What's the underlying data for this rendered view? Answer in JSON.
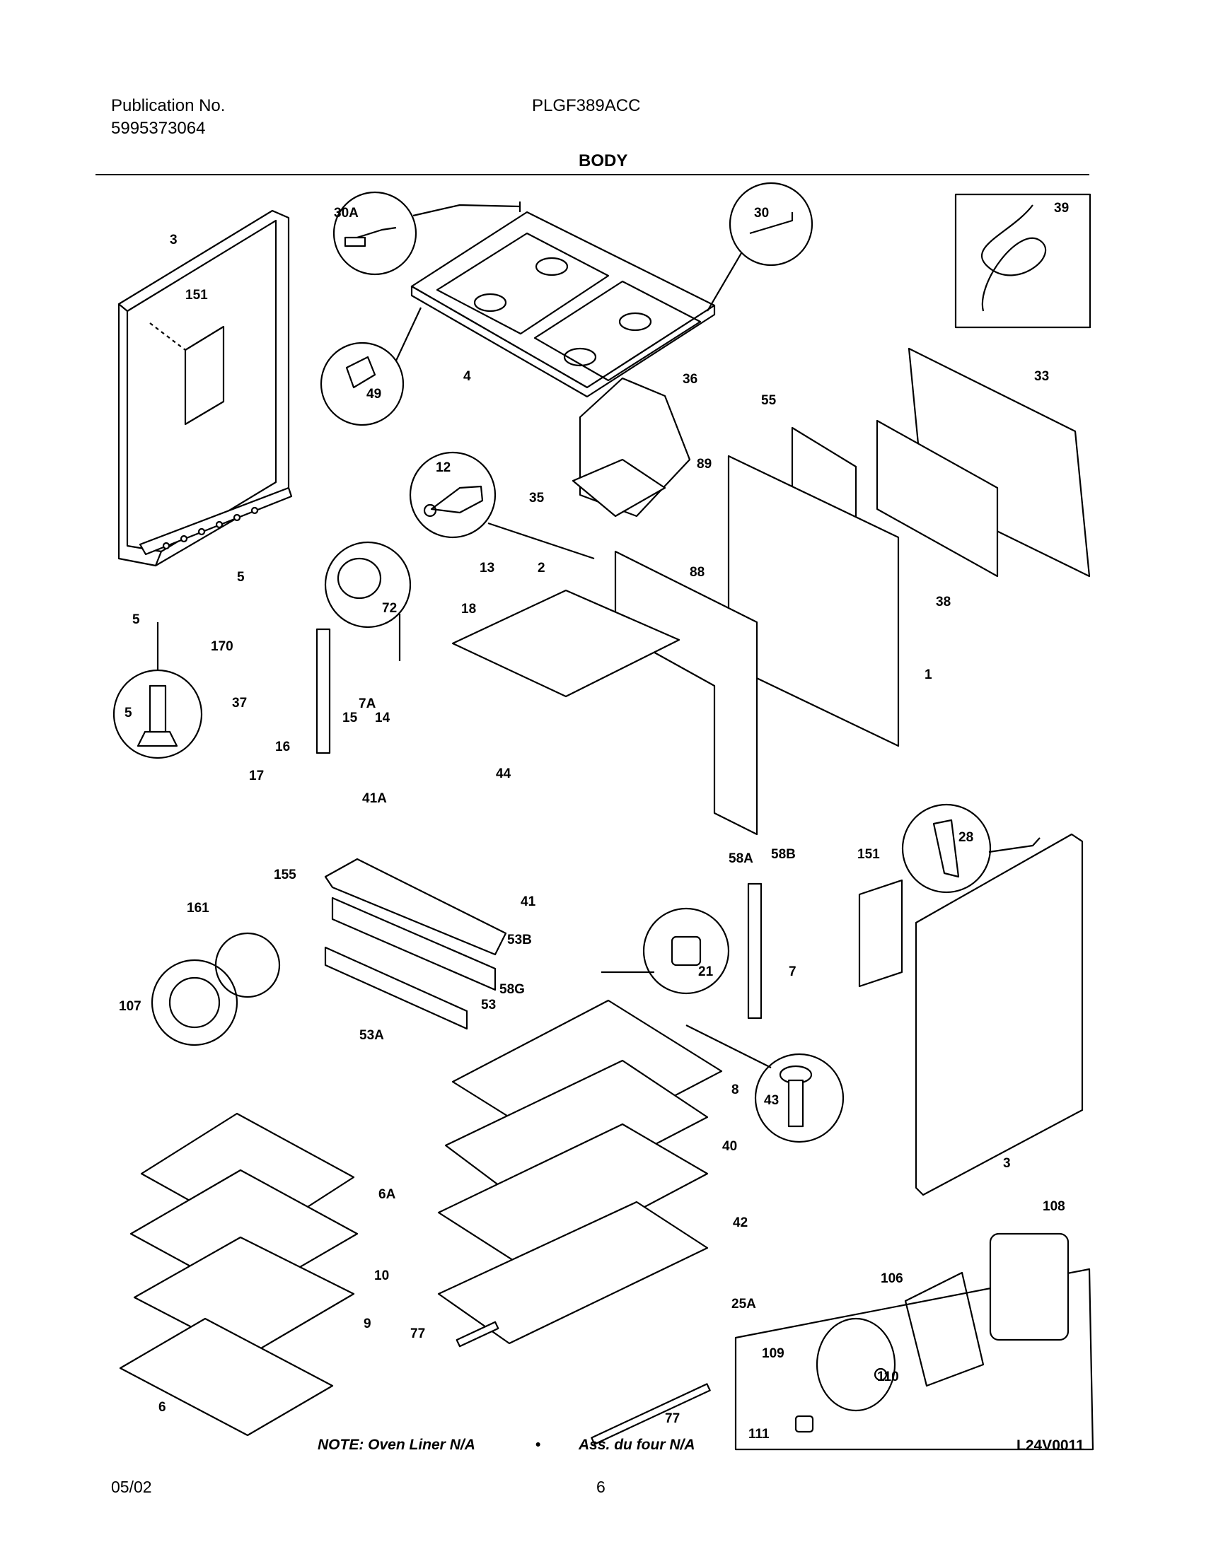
{
  "header": {
    "publication_label": "Publication No.",
    "publication_number": "5995373064",
    "model": "PLGF389ACC",
    "section_title": "BODY"
  },
  "callouts": {
    "c30A": "30A",
    "c30": "30",
    "c39": "39",
    "c3a": "3",
    "c151a": "151",
    "c49": "49",
    "c4": "4",
    "c36": "36",
    "c33": "33",
    "c55": "55",
    "c12": "12",
    "c89": "89",
    "c35": "35",
    "c88": "88",
    "c38": "38",
    "c5a": "5",
    "c5b": "5",
    "c72": "72",
    "c13": "13",
    "c2": "2",
    "c18": "18",
    "c170": "170",
    "c1": "1",
    "c5c": "5",
    "c37": "37",
    "c7A": "7A",
    "c15": "15",
    "c14": "14",
    "c16": "16",
    "c17": "17",
    "c44": "44",
    "c41A": "41A",
    "c58A": "58A",
    "c58B": "58B",
    "c151b": "151",
    "c28": "28",
    "c155": "155",
    "c161": "161",
    "c41": "41",
    "c53B": "53B",
    "c21": "21",
    "c7": "7",
    "c58G": "58G",
    "c107": "107",
    "c53": "53",
    "c53A": "53A",
    "c8": "8",
    "c43": "43",
    "c40": "40",
    "c3b": "3",
    "c6A": "6A",
    "c108": "108",
    "c42": "42",
    "c10": "10",
    "c106": "106",
    "c25A": "25A",
    "c9": "9",
    "c77a": "77",
    "c109": "109",
    "c110": "110",
    "c6": "6",
    "c77b": "77",
    "c111": "111"
  },
  "notes": {
    "oven_liner": "NOTE: Oven Liner N/A",
    "bullet": "•",
    "assembly": "Ass. du four N/A"
  },
  "footer": {
    "drawing_code": "L24V0011",
    "date": "05/02",
    "page": "6"
  }
}
